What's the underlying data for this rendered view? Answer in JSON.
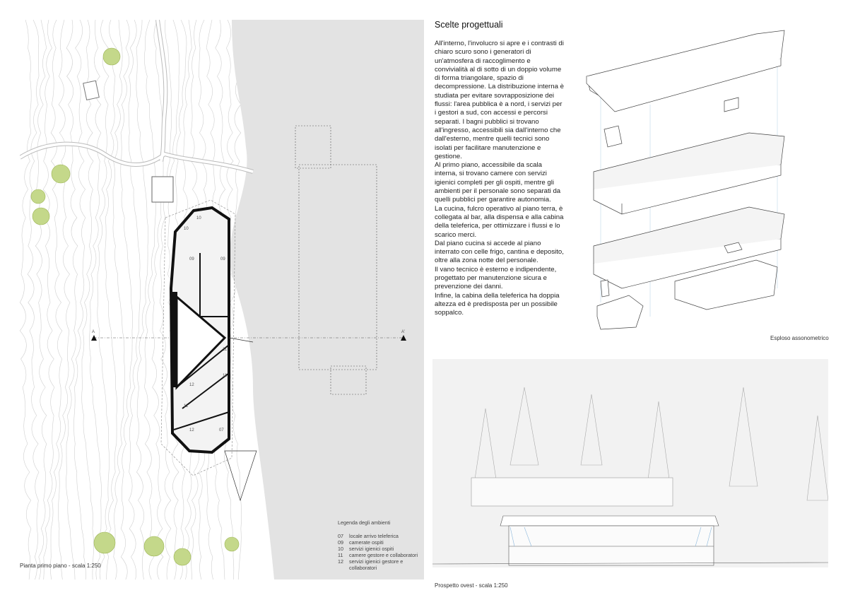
{
  "plan": {
    "caption": "Pianta primo piano - scala 1:250",
    "section_marks": [
      "A",
      "A'"
    ],
    "room_labels": [
      "10",
      "10",
      "09",
      "09",
      "11",
      "11",
      "12",
      "11",
      "12",
      "07"
    ]
  },
  "legend": {
    "title": "Legenda degli ambienti",
    "items": [
      {
        "num": "07",
        "label": "locale arrivo teleferica"
      },
      {
        "num": "09",
        "label": "camerate ospiti"
      },
      {
        "num": "10",
        "label": "servizi igienici ospiti"
      },
      {
        "num": "11",
        "label": "camere gestore e collaboratori"
      },
      {
        "num": "12",
        "label": "servizi igienici gestore e collaboratori"
      }
    ]
  },
  "text": {
    "title": "Scelte progettuali",
    "paragraphs": [
      "All'interno, l'involucro si apre e i contrasti di chiaro scuro sono i generatori di un'atmosfera di raccoglimento e convivialità al di sotto di un doppio volume di forma triangolare, spazio di decompressione. La distribuzione interna è studiata per evitare sovrapposizione dei flussi: l'area pubblica è a nord, i servizi per i gestori a sud, con accessi e percorsi separati. I bagni pubblici si trovano all'ingresso, accessibili sia dall'interno che dall'esterno, mentre quelli tecnici sono isolati per facilitare manutenzione e gestione.",
      "Al primo piano, accessibile da scala interna, si trovano camere con servizi igienici completi per gli ospiti, mentre gli ambienti per il personale sono separati da quelli pubblici per garantire autonomia.",
      "La cucina, fulcro operativo al piano terra, è collegata al bar, alla dispensa e alla cabina della teleferica, per ottimizzare i flussi e lo scarico merci.",
      "Dal piano cucina si accede al piano interrato con celle frigo, cantina e deposito, oltre alla zona notte del personale.",
      "Il vano tecnico è esterno e indipendente, progettato per manutenzione sicura e prevenzione dei danni.",
      "Infine, la cabina della teleferica ha doppia altezza ed è predisposta per un possibile soppalco."
    ]
  },
  "axonometric": {
    "caption": "Esploso assonometrico"
  },
  "elevation": {
    "caption": "Prospetto ovest - scala 1:250"
  },
  "colors": {
    "river": "#e3e3e3",
    "tree": "#b9cf7a",
    "wall": "#111111",
    "accent_line": "#8cb8dc"
  }
}
